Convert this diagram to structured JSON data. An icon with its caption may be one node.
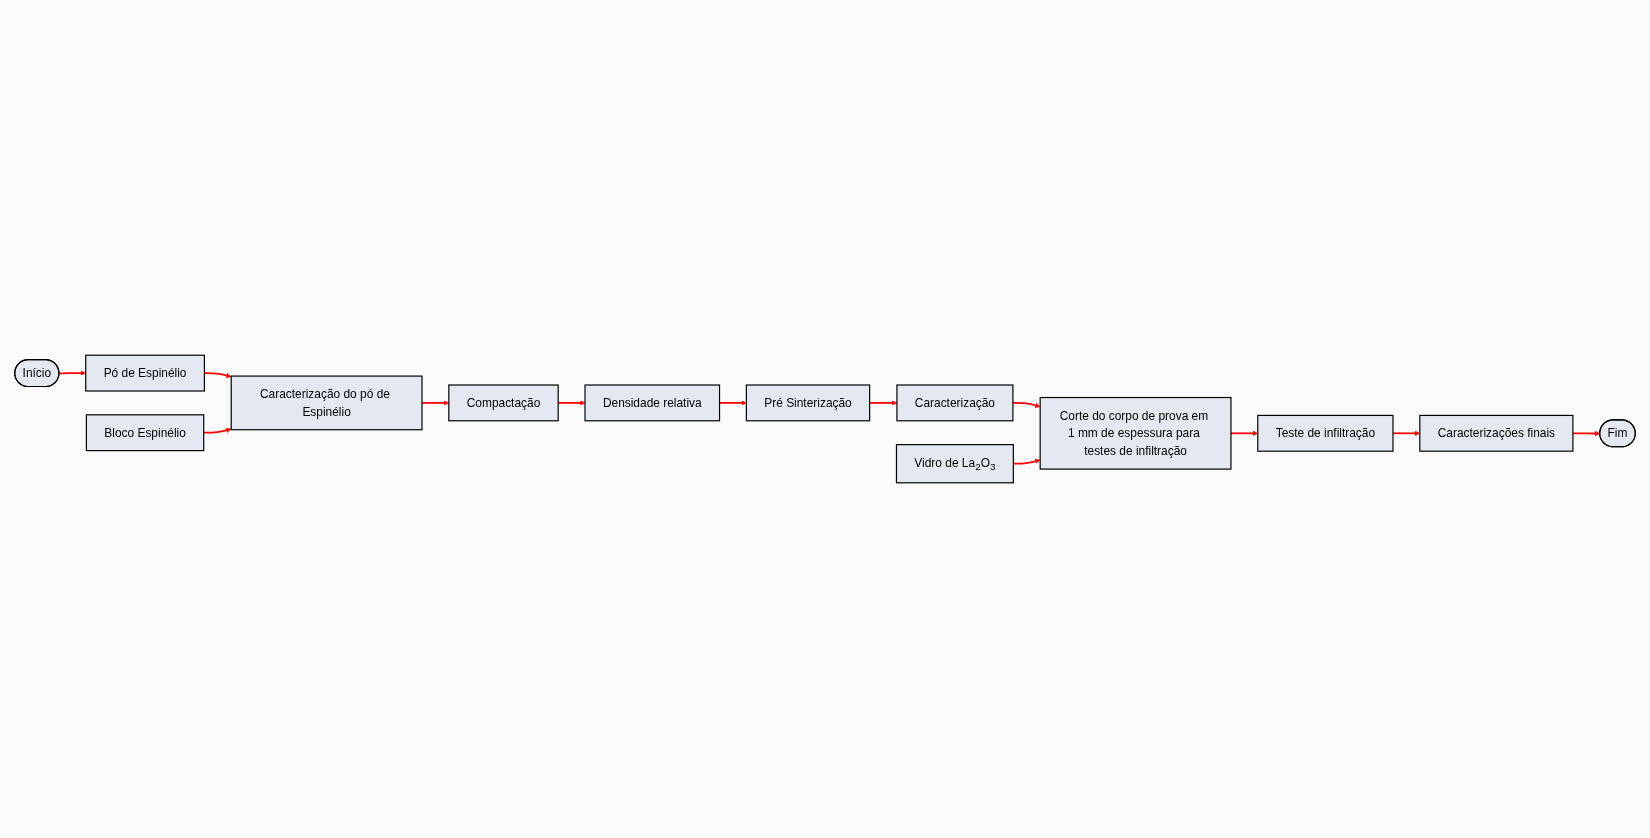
{
  "diagram": {
    "nodes": [
      {
        "text": [
          "Início"
        ]
      },
      {
        "text": [
          "Pó de Espinélio"
        ]
      },
      {
        "text": [
          "Caracterização do pó de Espinélio"
        ]
      },
      {
        "text": [
          "Bloco Espinélio"
        ]
      },
      {
        "text": [
          "Compactação"
        ]
      },
      {
        "text": [
          "Densidade relativa"
        ]
      },
      {
        "text": [
          "Pré Sinterização"
        ]
      },
      {
        "text": [
          "Caracterização"
        ]
      },
      {
        "text": [
          "Corte do corpo de prova em 1 mm de espessura para testes de infiltração"
        ]
      },
      {
        "text": [
          "Vidro de La$_{2}$O$_{3}$"
        ]
      },
      {
        "text": [
          "Teste de infiltração"
        ]
      },
      {
        "text": [
          "Caracterizações finais"
        ]
      },
      {
        "text": [
          "Fim"
        ]
      }
    ],
    "edges": [
      {
        "from": 0,
        "to": 1,
        "arrow": "to"
      },
      {
        "from": 1,
        "to": 2,
        "arrow": "to"
      },
      {
        "from": 3,
        "to": 2,
        "arrow": "to"
      },
      {
        "from": 2,
        "to": 4,
        "arrow": "to"
      },
      {
        "from": 4,
        "to": 5,
        "arrow": "to"
      },
      {
        "from": 5,
        "to": 6,
        "arrow": "to"
      },
      {
        "from": 6,
        "to": 7,
        "arrow": "to"
      },
      {
        "from": 7,
        "to": 8,
        "arrow": "to"
      },
      {
        "from": 9,
        "to": 8,
        "arrow": "to"
      },
      {
        "from": 8,
        "to": 10,
        "arrow": "to"
      },
      {
        "from": 10,
        "to": 11,
        "arrow": "to"
      },
      {
        "from": 11,
        "to": 12,
        "arrow": "to"
      }
    ]
  }
}
